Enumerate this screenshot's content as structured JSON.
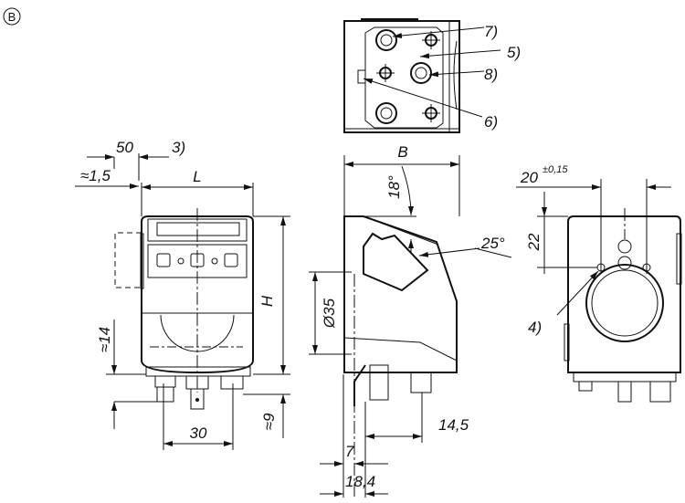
{
  "variant_label": "B",
  "top_view": {
    "callouts": [
      "7)",
      "5)",
      "8)",
      "6)"
    ]
  },
  "front_view": {
    "dim_50": "50",
    "note_3": "3)",
    "dim_approx_1_5": "≈1,5",
    "dim_L": "L",
    "dim_H": "H",
    "dim_approx_14": "≈14",
    "dim_approx_9": "≈9",
    "dim_30": "30"
  },
  "side_view": {
    "dim_B": "B",
    "angle_18": "18°",
    "angle_25": "25°",
    "dim_dia_35": "Ø35",
    "dim_14_5": "14,5",
    "dim_7": "7",
    "dim_18_4": "18,4"
  },
  "rear_view": {
    "dim_20": "20",
    "tolerance_20": "±0,15",
    "dim_22": "22",
    "callout_4": "4)"
  }
}
